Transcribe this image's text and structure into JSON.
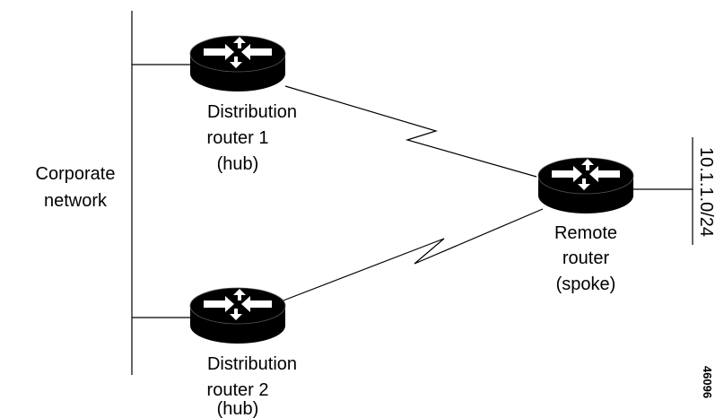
{
  "colors": {
    "line": "#000000",
    "router_body": "#000000",
    "router_arrows": "#ffffff",
    "background": "#ffffff"
  },
  "corporate": {
    "line1": "Corporate",
    "line2": "network"
  },
  "distribution1": {
    "icon": "router-icon",
    "line1": "Distribution",
    "line2": "router 1",
    "line3": "(hub)"
  },
  "distribution2": {
    "icon": "router-icon",
    "line1": "Distribution",
    "line2": "router 2",
    "line3": "(hub)"
  },
  "remote": {
    "icon": "router-icon",
    "line1": "Remote",
    "line2": "router",
    "line3": "(spoke)"
  },
  "subnet": "10.1.1.0/24",
  "figure_id": "46096"
}
